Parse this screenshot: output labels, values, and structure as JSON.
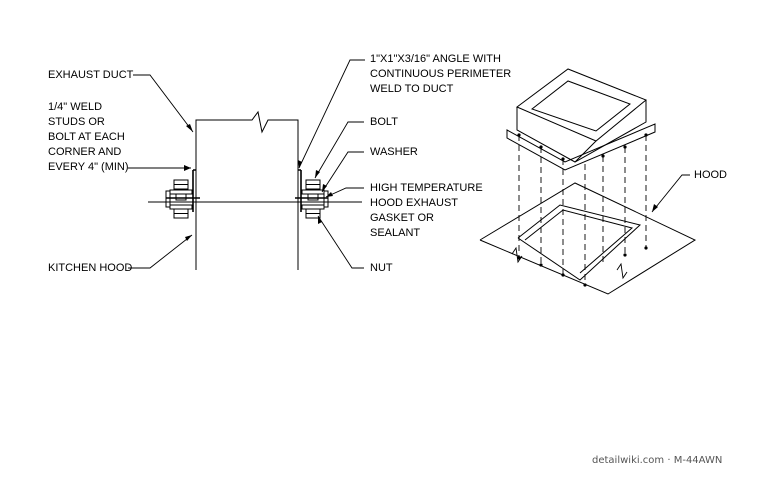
{
  "labels": {
    "exhaust_duct": "EXHAUST  DUCT",
    "weld_studs": [
      "1/4\" WELD",
      "STUDS OR",
      "BOLT AT EACH",
      "CORNER AND",
      "EVERY 4\" (MIN)"
    ],
    "kitchen_hood": "KITCHEN HOOD",
    "angle": [
      "1\"x1\"x3/16\" ANGLE WITH",
      "CONTINUOUS PERIMETER",
      "WELD TO DUCT"
    ],
    "bolt": "BOLT",
    "washer": "WASHER",
    "gasket": [
      "HIGH TEMPERATURE",
      "HOOD EXHAUST",
      "GASKET OR",
      "SEALANT"
    ],
    "nut": "NUT",
    "hood": "HOOD"
  },
  "watermark": "detailwiki.com · M-44AWN"
}
